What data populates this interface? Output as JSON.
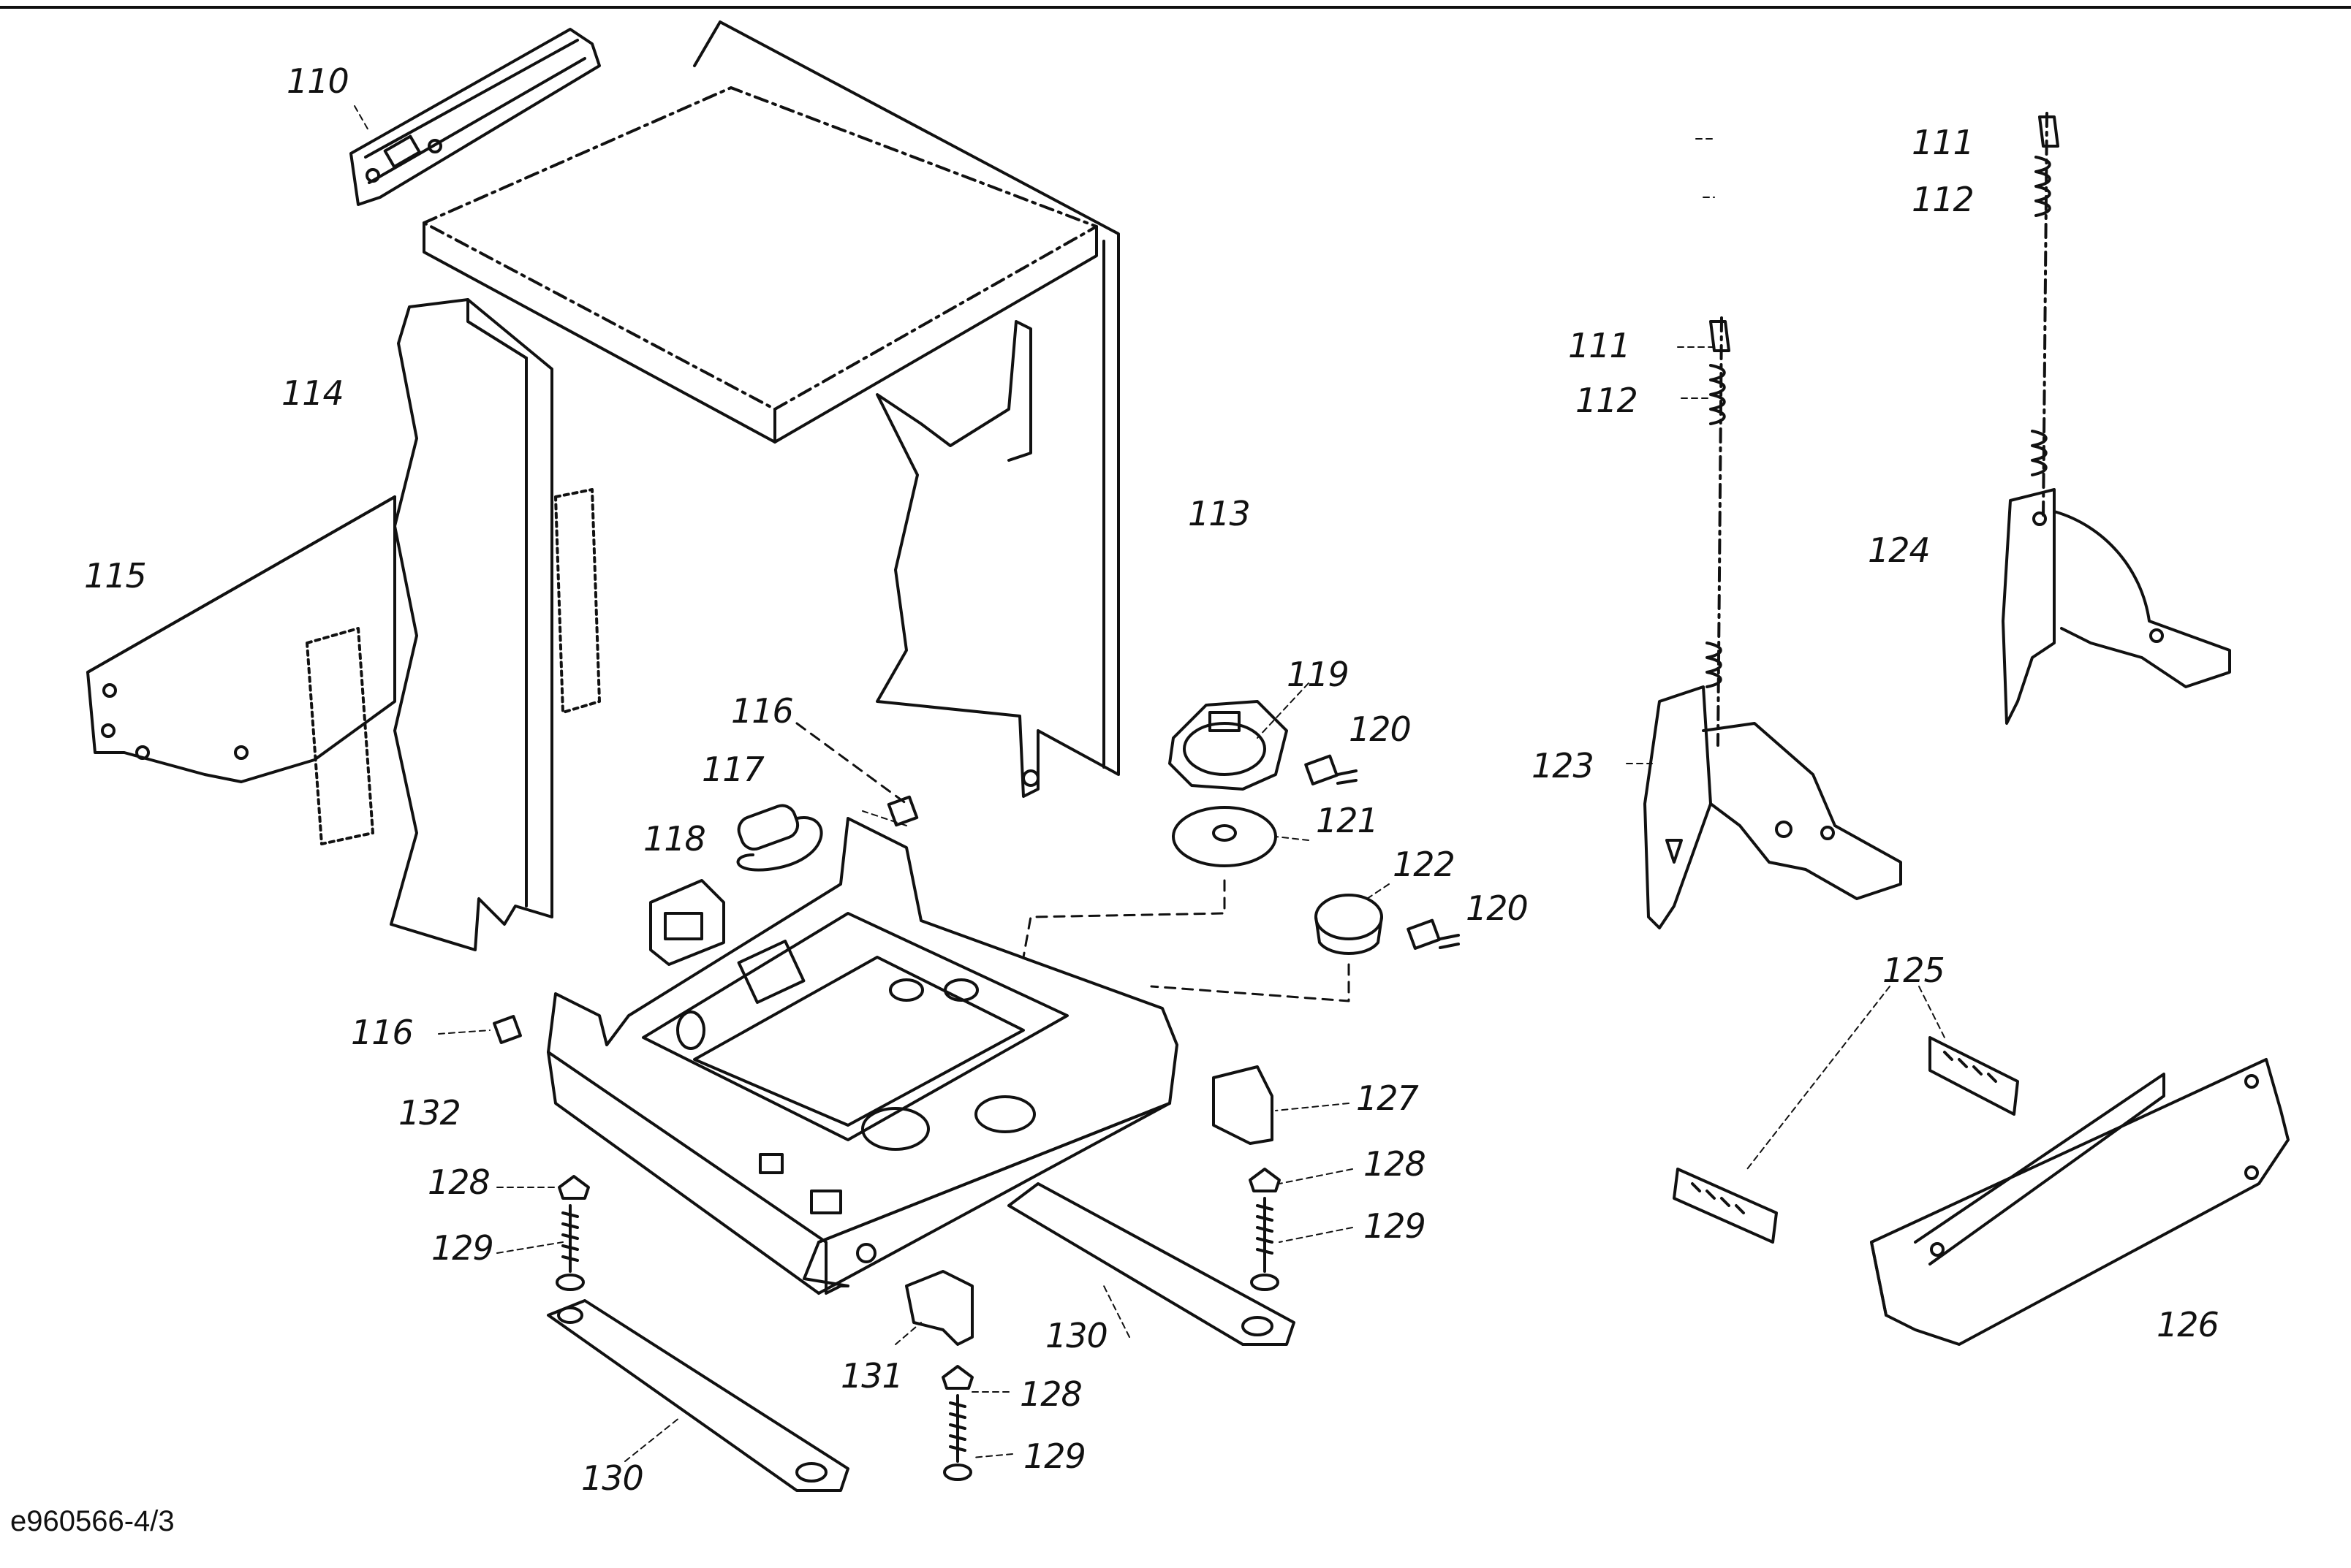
{
  "diagram": {
    "image_code": "e960566-4/3",
    "callouts": [
      "110",
      "111",
      "112",
      "111",
      "112",
      "113",
      "114",
      "115",
      "116",
      "117",
      "118",
      "119",
      "120",
      "121",
      "122",
      "120",
      "123",
      "124",
      "116",
      "132",
      "127",
      "125",
      "128",
      "128",
      "129",
      "129",
      "130",
      "131",
      "128",
      "129",
      "130",
      "126"
    ]
  }
}
